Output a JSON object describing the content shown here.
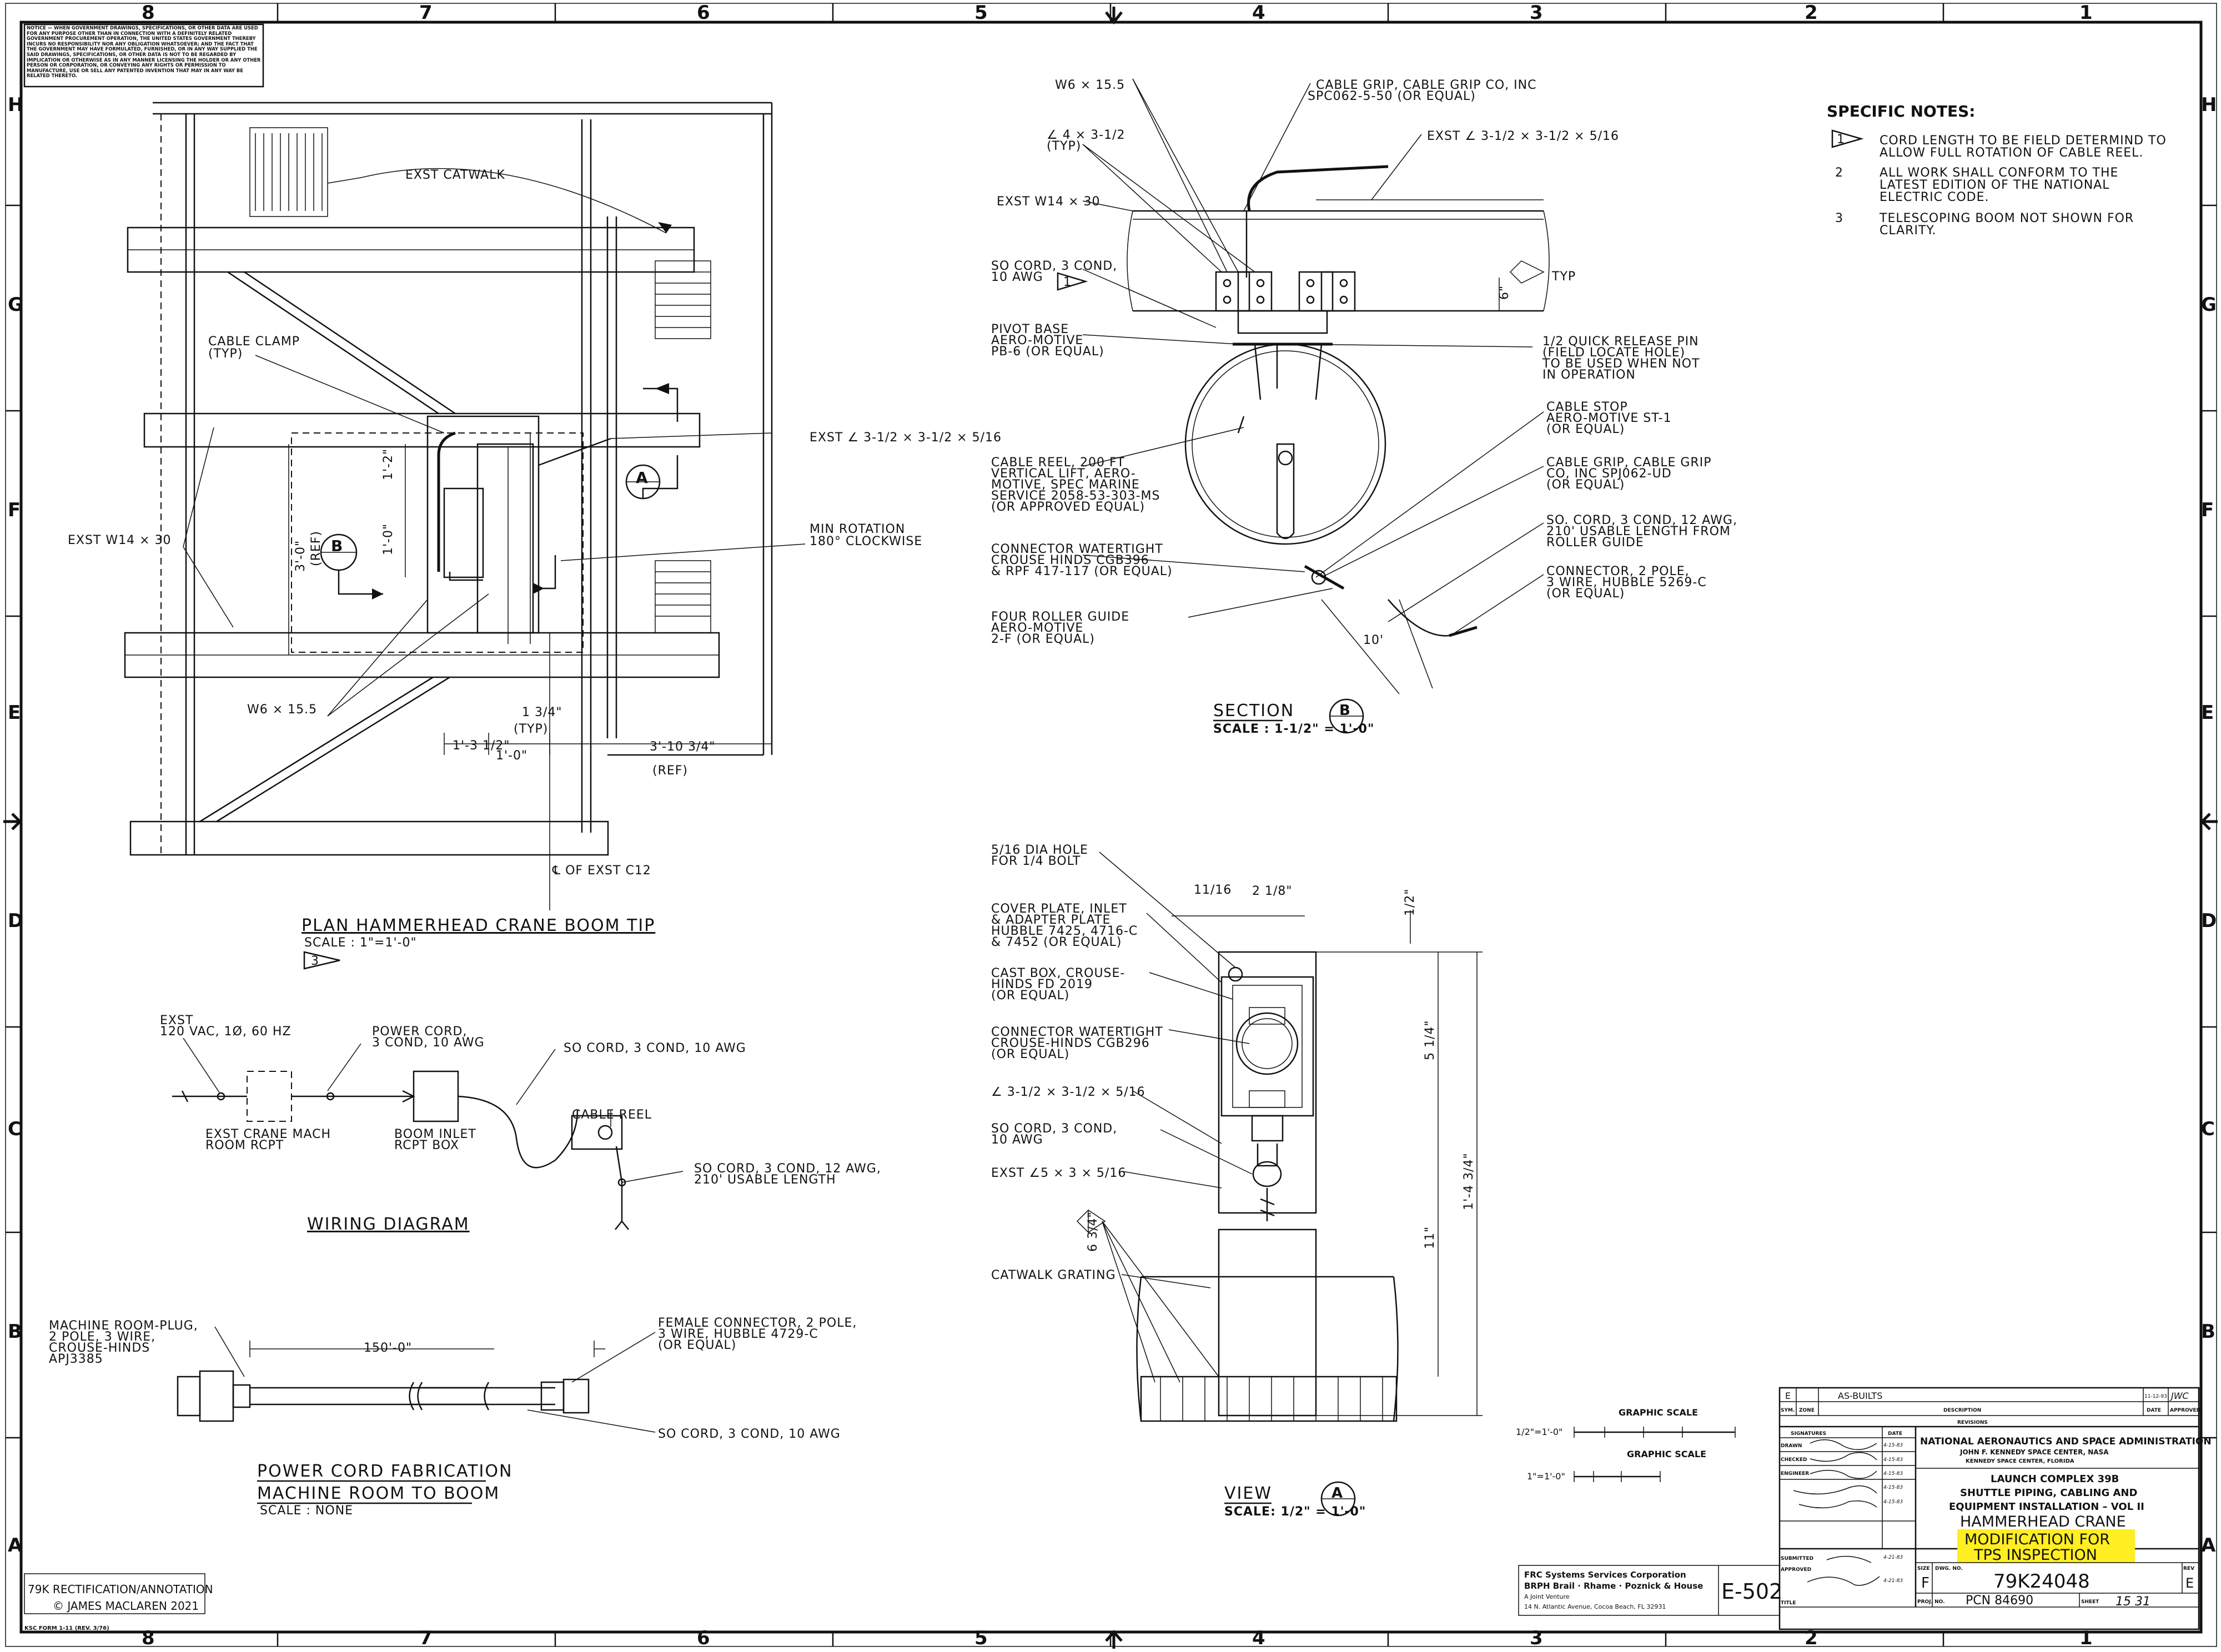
{
  "zones": {
    "top": [
      "8",
      "7",
      "6",
      "5",
      "4",
      "3",
      "2",
      "1"
    ],
    "side": [
      "H",
      "G",
      "F",
      "E",
      "D",
      "C",
      "B",
      "A"
    ]
  },
  "notice_text": "NOTICE — WHEN GOVERNMENT DRAWINGS, SPECIFICATIONS, OR OTHER DATA ARE USED FOR ANY PURPOSE OTHER THAN IN CONNECTION WITH A DEFINITELY RELATED GOVERNMENT PROCUREMENT OPERATION, THE UNITED STATES GOVERNMENT THEREBY INCURS NO RESPONSIBILITY NOR ANY OBLIGATION WHATSOEVER; AND THE FACT THAT THE GOVERNMENT MAY HAVE FORMULATED, FURNISHED, OR IN ANY WAY SUPPLIED THE SAID DRAWINGS, SPECIFICATIONS, OR OTHER DATA IS NOT TO BE REGARDED BY IMPLICATION OR OTHERWISE AS IN ANY MANNER LICENSING THE HOLDER OR ANY OTHER PERSON OR CORPORATION, OR CONVEYING ANY RIGHTS OR PERMISSION TO MANUFACTURE, USE OR SELL ANY PATENTED INVENTION THAT MAY IN ANY WAY BE RELATED THERETO.",
  "plan": {
    "labels": {
      "exst_catwalk": "EXST CATWALK",
      "cable_clamp": "CABLE CLAMP",
      "cable_clamp_typ": "(TYP)",
      "exst_w14": "EXST W14 × 30",
      "w6": "W6 × 15.5",
      "exst_angle": "EXST ∠ 3-1/2 × 3-1/2 × 5/16",
      "min_rotation": "MIN ROTATION",
      "clockwise": "180° CLOCKWISE",
      "cl_exst": "℄ OF EXST C12"
    },
    "dims": {
      "d1_2": "1'-2\"",
      "d1_0a": "1'-0\"",
      "d3_0": "3'-0\"",
      "d3_0ref": "(REF)",
      "d1_34": "1 3/4\"",
      "d1_34typ": "(TYP)",
      "d1_3half": "1'-3 1/2\"",
      "d1_0b": "1'-0\"",
      "d3_10": "3'-10 3/4\"",
      "d3_10ref": "(REF)"
    },
    "markers": {
      "a": "A",
      "b": "B"
    },
    "title": "PLAN HAMMERHEAD CRANE BOOM TIP",
    "scale": "SCALE : 1\"=1'-0\"",
    "note_ref": "3"
  },
  "section_b": {
    "labels": {
      "w6": "W6 × 15.5",
      "l4": "∠ 4 × 3-1/2",
      "l4typ": "(TYP)",
      "exst_w14": "EXST W14 × 30",
      "so_cord_1": "SO CORD, 3 COND,",
      "so_cord_2": "10 AWG",
      "note1": "1",
      "pivot_1": "PIVOT BASE",
      "pivot_2": "AERO-MOTIVE",
      "pivot_3": "PB-6 (OR EQUAL)",
      "reel_1": "CABLE REEL, 200 FT",
      "reel_2": "VERTICAL LIFT, AERO-",
      "reel_3": "MOTIVE, SPEC MARINE",
      "reel_4": "SERVICE 2058-53-303-MS",
      "reel_5": "(OR APPROVED EQUAL)",
      "conn_1": "CONNECTOR WATERTIGHT",
      "conn_2": "CROUSE HINDS CGB396",
      "conn_3": "& RPF 417-117 (OR EQUAL)",
      "roller_1": "FOUR ROLLER GUIDE",
      "roller_2": "AERO-MOTIVE",
      "roller_3": "2-F (OR EQUAL)",
      "grip_1": "CABLE GRIP, CABLE GRIP CO, INC",
      "grip_2": "SPC062-5-50 (OR EQUAL)",
      "exst_l": "EXST ∠ 3-1/2 × 3-1/2 × 5/16",
      "typ": "TYP",
      "pin_1": "1/2 QUICK RELEASE PIN",
      "pin_2": "(FIELD LOCATE HOLE)",
      "pin_3": "TO BE USED WHEN NOT",
      "pin_4": "IN OPERATION",
      "stop_1": "CABLE STOP",
      "stop_2": "AERO-MOTIVE ST-1",
      "stop_3": "(OR EQUAL)",
      "grip2_1": "CABLE GRIP, CABLE GRIP",
      "grip2_2": "CO, INC SPJ062-UD",
      "grip2_3": "(OR EQUAL)",
      "so2_1": "SO. CORD, 3 COND, 12 AWG,",
      "so2_2": "210' USABLE LENGTH FROM",
      "so2_3": "ROLLER GUIDE",
      "c2_1": "CONNECTOR, 2 POLE,",
      "c2_2": "3 WIRE, HUBBLE 5269-C",
      "c2_3": "(OR EQUAL)",
      "dim10": "10'",
      "dim6": "6\""
    },
    "title": "SECTION",
    "marker": "B",
    "scale": "SCALE : 1-1/2\" = 1'-0\""
  },
  "view_a": {
    "labels": {
      "hole_1": "5/16 DIA HOLE",
      "hole_2": "FOR 1/4 BOLT",
      "cover_1": "COVER PLATE, INLET",
      "cover_2": "& ADAPTER PLATE",
      "cover_3": "HUBBLE 7425, 4716-C",
      "cover_4": "& 7452 (OR EQUAL)",
      "cast_1": "CAST BOX, CROUSE-",
      "cast_2": "HINDS FD 2019",
      "cast_3": "(OR EQUAL)",
      "conn_1": "CONNECTOR WATERTIGHT",
      "conn_2": "CROUSE-HINDS CGB296",
      "conn_3": "(OR EQUAL)",
      "angle": "∠ 3-1/2 × 3-1/2 × 5/16",
      "so_1": "SO CORD, 3 COND,",
      "so_2": "10 AWG",
      "exst": "EXST ∠5 × 3 × 5/16",
      "catwalk": "CATWALK GRATING"
    },
    "dims": {
      "d11_16": "11/16",
      "d2_18": "2 1/8\"",
      "d1_2": "1/2\"",
      "d5_14": "5 1/4\"",
      "d1_4": "1'-4 3/4\"",
      "d11": "11\"",
      "d6": "6 3/4\""
    },
    "title": "VIEW",
    "marker": "A",
    "scale": "SCALE: 1/2\" = 1'-0\""
  },
  "wiring": {
    "labels": {
      "exst_1": "EXST",
      "exst_2": "120 VAC, 1Ø, 60 HZ",
      "pc_1": "POWER CORD,",
      "pc_2": "3 COND, 10 AWG",
      "so": "SO CORD, 3 COND, 10 AWG",
      "reel": "CABLE REEL",
      "crane_1": "EXST CRANE MACH",
      "crane_2": "ROOM RCPT",
      "boom_1": "BOOM INLET",
      "boom_2": "RCPT BOX",
      "so12_1": "SO CORD, 3 COND, 12 AWG,",
      "so12_2": "210' USABLE LENGTH"
    },
    "title": "WIRING DIAGRAM"
  },
  "power_cord": {
    "labels": {
      "plug_1": "MACHINE ROOM-PLUG,",
      "plug_2": "2 POLE, 3 WIRE,",
      "plug_3": "CROUSE-HINDS",
      "plug_4": "APJ3385",
      "len": "150'-0\"",
      "fem_1": "FEMALE CONNECTOR, 2 POLE,",
      "fem_2": "3 WIRE, HUBBLE 4729-C",
      "fem_3": "(OR EQUAL)",
      "so": "SO CORD, 3 COND, 10 AWG"
    },
    "title_1": "POWER CORD FABRICATION",
    "title_2": "MACHINE ROOM TO BOOM",
    "scale": "SCALE : NONE"
  },
  "notes": {
    "heading": "SPECIFIC NOTES:",
    "n1_num": "1",
    "n1_a": "CORD LENGTH TO BE FIELD DETERMIND TO",
    "n1_b": "ALLOW FULL ROTATION OF CABLE REEL.",
    "n2_num": "2",
    "n2_a": "ALL WORK SHALL CONFORM TO THE",
    "n2_b": "LATEST EDITION OF THE NATIONAL",
    "n2_c": "ELECTRIC CODE.",
    "n3_num": "3",
    "n3_a": "TELESCOPING BOOM NOT SHOWN FOR",
    "n3_b": "CLARITY."
  },
  "graphic_scale": {
    "label": "GRAPHIC SCALE",
    "r1": "1/2\"=1'-0\"",
    "r2": "1\"=1'-0\""
  },
  "title_block": {
    "rev_letter": "E",
    "rev_desc": "AS-BUILTS",
    "rev_date": "11-12-93",
    "rev_appr": "JWC",
    "h_sym": "SYM.",
    "h_zone": "ZONE",
    "h_desc": "DESCRIPTION",
    "h_date": "DATE",
    "h_approved": "APPROVED",
    "revisions": "REVISIONS",
    "signatures": "SIGNATURES",
    "sig_date": "DATE",
    "drawn": "DRAWN",
    "checked": "CHECKED",
    "engineer": "ENGINEER",
    "submitted": "SUBMITTED",
    "approved": "APPROVED",
    "d1": "4-15-83",
    "d2": "4-15-83",
    "d3": "4-15-83",
    "d4": "4-15-83",
    "d5": "4-15-83",
    "d6": "4-21-83",
    "d7": "4-21-83",
    "agency": "NATIONAL AERONAUTICS AND SPACE ADMINISTRATION",
    "center": "JOHN F. KENNEDY SPACE CENTER, NASA",
    "center2": "KENNEDY SPACE CENTER, FLORIDA",
    "t1": "LAUNCH COMPLEX 39B",
    "t2": "SHUTTLE PIPING, CABLING AND",
    "t3": "EQUIPMENT INSTALLATION – VOL II",
    "t4": "HAMMERHEAD CRANE",
    "t5": "MODIFICATION FOR",
    "t6": "TPS INSPECTION",
    "title_lbl": "TITLE",
    "size_lbl": "SIZE",
    "size": "F",
    "dwg_lbl": "DWG. NO.",
    "dwg": "79K24048",
    "rev_lbl": "REV",
    "rev": "E",
    "proj_lbl": "PROJ. NO.",
    "proj": "PCN 84690",
    "sheet_lbl": "SHEET",
    "sheet": "15 31"
  },
  "contractor": {
    "l1": "FRC Systems Services Corporation",
    "l2": "BRPH Brail · Rhame · Poznick & House",
    "l3": "A Joint Venture",
    "l4": "14 N. Atlantic Avenue, Cocoa Beach, FL 32931",
    "code": "E-502"
  },
  "annotation": {
    "l1": "79K RECTIFICATION/ANNOTATION",
    "l2": "© JAMES MACLAREN 2021"
  },
  "form_no": "KSC FORM 1-11 (REV. 3/76)"
}
